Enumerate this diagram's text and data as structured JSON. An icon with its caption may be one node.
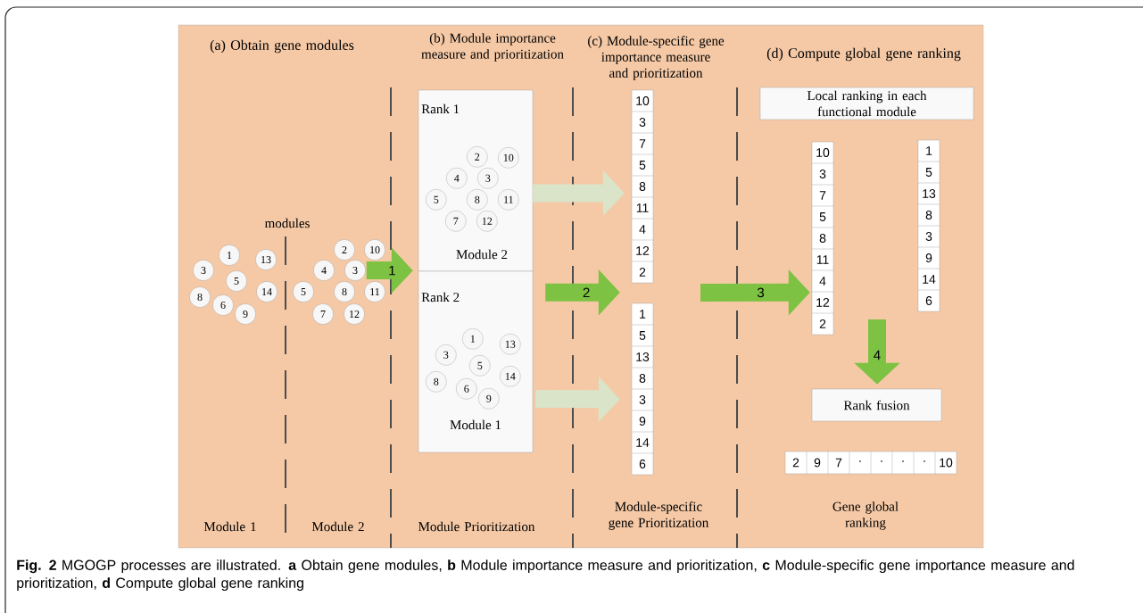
{
  "diagram": {
    "caption": "**Fig. 2** MGOGP processes are illustrated. **a** Obtain gene modules, **b** Module importance measure and prioritization, **c** Module-specific gene importance measure and prioritization, **d** Compute global gene ranking",
    "nodes": [
      {
        "text": [
          "1"
        ]
      },
      {
        "text": [
          "13"
        ]
      },
      {
        "text": [
          "3"
        ]
      },
      {
        "text": [
          "5"
        ]
      },
      {
        "text": [
          "14"
        ]
      },
      {
        "text": [
          "8"
        ]
      },
      {
        "text": [
          "6"
        ]
      },
      {
        "text": [
          "9"
        ]
      },
      {
        "text": [
          "2"
        ]
      },
      {
        "text": [
          "10"
        ]
      },
      {
        "text": [
          "4"
        ]
      },
      {
        "text": [
          "3"
        ]
      },
      {
        "text": [
          "5"
        ]
      },
      {
        "text": [
          "8"
        ]
      },
      {
        "text": [
          "11"
        ]
      },
      {
        "text": [
          "7"
        ]
      },
      {
        "text": [
          "12"
        ]
      },
      {
        "text": [
          "Rank 1",
          "Module 2"
        ]
      },
      {
        "text": [
          "2"
        ],
        "in": 17
      },
      {
        "text": [
          "10"
        ],
        "in": 17
      },
      {
        "text": [
          "4"
        ],
        "in": 17
      },
      {
        "text": [
          "3"
        ],
        "in": 17
      },
      {
        "text": [
          "5"
        ],
        "in": 17
      },
      {
        "text": [
          "8"
        ],
        "in": 17
      },
      {
        "text": [
          "11"
        ],
        "in": 17
      },
      {
        "text": [
          "7"
        ],
        "in": 17
      },
      {
        "text": [
          "12"
        ],
        "in": 17
      },
      {
        "text": [
          "Rank 2",
          "Module 1"
        ]
      },
      {
        "text": [
          "1"
        ],
        "in": 27
      },
      {
        "text": [
          "13"
        ],
        "in": 27
      },
      {
        "text": [
          "3"
        ],
        "in": 27
      },
      {
        "text": [
          "5"
        ],
        "in": 27
      },
      {
        "text": [
          "14"
        ],
        "in": 27
      },
      {
        "text": [
          "8"
        ],
        "in": 27
      },
      {
        "text": [
          "6"
        ],
        "in": 27
      },
      {
        "text": [
          "9"
        ],
        "in": 27
      },
      {
        "text": [
          "10",
          "3",
          "7",
          "5",
          "8",
          "11",
          "4",
          "12",
          "2"
        ]
      },
      {
        "text": [
          "1",
          "5",
          "13",
          "8",
          "3",
          "9",
          "14",
          "6"
        ]
      },
      {
        "text": [
          "Local ranking in each functional module"
        ]
      },
      {
        "text": [
          "10",
          "3",
          "7",
          "5",
          "8",
          "11",
          "4",
          "12",
          "2"
        ]
      },
      {
        "text": [
          "1",
          "5",
          "13",
          "8",
          "3",
          "9",
          "14",
          "6"
        ]
      },
      {
        "text": [
          "Rank fusion"
        ]
      },
      {
        "text": [
          "2",
          "9",
          "7",
          "·",
          "·",
          "·",
          "·",
          "10"
        ]
      }
    ],
    "edges": [
      {
        "from": 11,
        "to": 17,
        "arrow": "to",
        "label": "1"
      },
      {
        "from": 17,
        "to": 36,
        "arrow": "to",
        "color": "#d9e4c8"
      },
      {
        "from": 27,
        "to": 37,
        "arrow": "to",
        "label": "2"
      },
      {
        "from": 27,
        "to": 37,
        "arrow": "to",
        "color": "#d9e4c8"
      },
      {
        "from": null,
        "to": 39,
        "arrow": "to",
        "label": "3"
      },
      {
        "from": null,
        "to": 41,
        "arrow": "to",
        "label": "4"
      }
    ],
    "labels": [
      "(a) Obtain gene modules",
      "(b) Module importance measure and prioritization",
      "(c) Module-specific gene importance measure and prioritization",
      "(d) Compute global gene ranking",
      "modules",
      "Module 1",
      "Module 2",
      "Module Prioritization",
      "Module-specific gene Prioritization",
      "Gene global ranking"
    ]
  }
}
